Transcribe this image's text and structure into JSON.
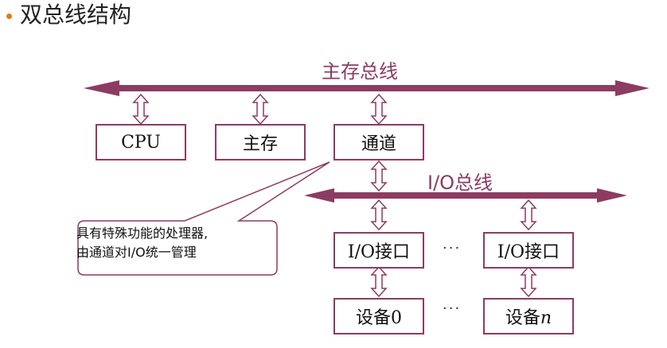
{
  "title": "双总线结构",
  "buses": {
    "main_label": "主存总线",
    "io_label": "I/O总线"
  },
  "nodes": {
    "cpu": "CPU",
    "memory": "主存",
    "channel": "通道",
    "io_port_1": "I/O接口",
    "io_port_n": "I/O接口",
    "device_0": "设备0",
    "device_n_prefix": "设备",
    "device_n_suffix": "n"
  },
  "ellipsis": "···",
  "callout": {
    "line1": "具有特殊功能的处理器,",
    "line2": "由通道对I/O统一管理"
  },
  "colors": {
    "bus": "#8c3c60",
    "border": "#8c3c60",
    "bullet": "#e47a1c"
  }
}
